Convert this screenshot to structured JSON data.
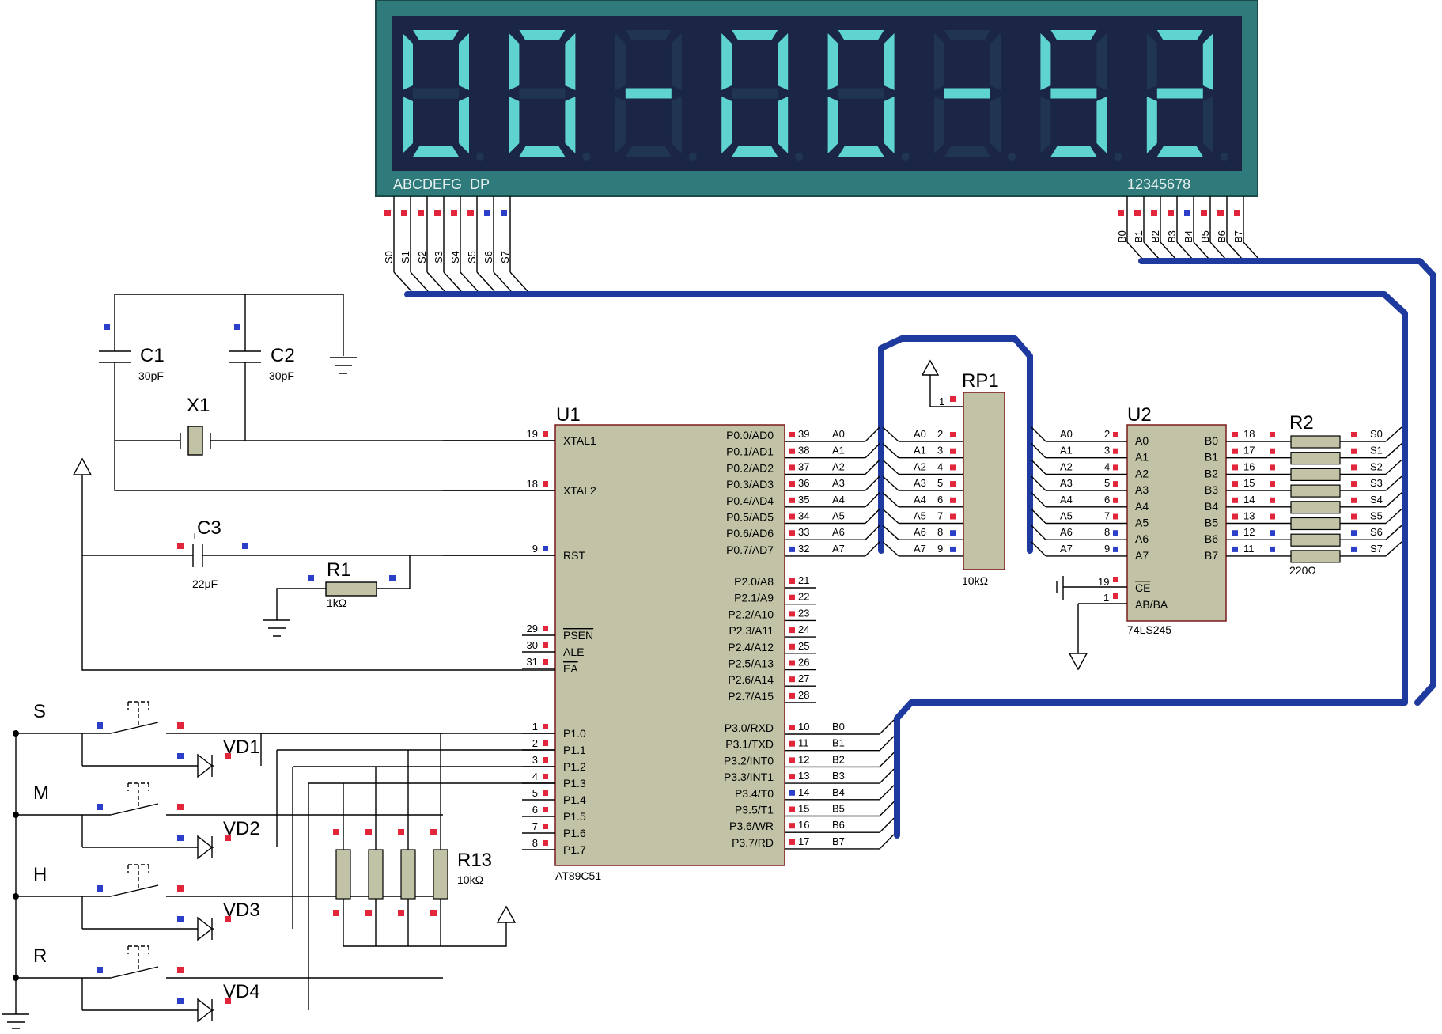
{
  "display": {
    "digits": [
      "0",
      "0",
      "-",
      "0",
      "0",
      "-",
      "5",
      "2"
    ],
    "segment_label": "ABCDEFG  DP",
    "digit_label": "12345678",
    "seg_pins": [
      "S0",
      "S1",
      "S2",
      "S3",
      "S4",
      "S5",
      "S6",
      "S7"
    ],
    "digit_pins": [
      "B0",
      "B1",
      "B2",
      "B3",
      "B4",
      "B5",
      "B6",
      "B7"
    ],
    "colors": {
      "frame": "#2f7a7a",
      "face": "#1a2644",
      "lit": "#5fd3d0",
      "unlit": "#1f3550"
    }
  },
  "u1": {
    "ref": "U1",
    "part": "AT89C51",
    "left_pins": [
      {
        "num": "19",
        "name": "XTAL1"
      },
      {
        "num": "18",
        "name": "XTAL2"
      },
      {
        "num": "9",
        "name": "RST"
      },
      {
        "num": "29",
        "name": "PSEN"
      },
      {
        "num": "30",
        "name": "ALE"
      },
      {
        "num": "31",
        "name": "EA"
      },
      {
        "num": "1",
        "name": "P1.0"
      },
      {
        "num": "2",
        "name": "P1.1"
      },
      {
        "num": "3",
        "name": "P1.2"
      },
      {
        "num": "4",
        "name": "P1.3"
      },
      {
        "num": "5",
        "name": "P1.4"
      },
      {
        "num": "6",
        "name": "P1.5"
      },
      {
        "num": "7",
        "name": "P1.6"
      },
      {
        "num": "8",
        "name": "P1.7"
      }
    ],
    "p0_pins": [
      {
        "num": "39",
        "name": "P0.0/AD0",
        "net": "A0"
      },
      {
        "num": "38",
        "name": "P0.1/AD1",
        "net": "A1"
      },
      {
        "num": "37",
        "name": "P0.2/AD2",
        "net": "A2"
      },
      {
        "num": "36",
        "name": "P0.3/AD3",
        "net": "A3"
      },
      {
        "num": "35",
        "name": "P0.4/AD4",
        "net": "A4"
      },
      {
        "num": "34",
        "name": "P0.5/AD5",
        "net": "A5"
      },
      {
        "num": "33",
        "name": "P0.6/AD6",
        "net": "A6"
      },
      {
        "num": "32",
        "name": "P0.7/AD7",
        "net": "A7"
      }
    ],
    "p2_pins": [
      {
        "num": "21",
        "name": "P2.0/A8"
      },
      {
        "num": "22",
        "name": "P2.1/A9"
      },
      {
        "num": "23",
        "name": "P2.2/A10"
      },
      {
        "num": "24",
        "name": "P2.3/A11"
      },
      {
        "num": "25",
        "name": "P2.4/A12"
      },
      {
        "num": "26",
        "name": "P2.5/A13"
      },
      {
        "num": "27",
        "name": "P2.6/A14"
      },
      {
        "num": "28",
        "name": "P2.7/A15"
      }
    ],
    "p3_pins": [
      {
        "num": "10",
        "name": "P3.0/RXD",
        "net": "B0"
      },
      {
        "num": "11",
        "name": "P3.1/TXD",
        "net": "B1"
      },
      {
        "num": "12",
        "name": "P3.2/INT0",
        "net": "B2"
      },
      {
        "num": "13",
        "name": "P3.3/INT1",
        "net": "B3"
      },
      {
        "num": "14",
        "name": "P3.4/T0",
        "net": "B4"
      },
      {
        "num": "15",
        "name": "P3.5/T1",
        "net": "B5"
      },
      {
        "num": "16",
        "name": "P3.6/WR",
        "net": "B6"
      },
      {
        "num": "17",
        "name": "P3.7/RD",
        "net": "B7"
      }
    ]
  },
  "u2": {
    "ref": "U2",
    "part": "74LS245",
    "a_pins": [
      {
        "net": "A0",
        "num": "2",
        "name": "A0"
      },
      {
        "net": "A1",
        "num": "3",
        "name": "A1"
      },
      {
        "net": "A2",
        "num": "4",
        "name": "A2"
      },
      {
        "net": "A3",
        "num": "5",
        "name": "A3"
      },
      {
        "net": "A4",
        "num": "6",
        "name": "A4"
      },
      {
        "net": "A5",
        "num": "7",
        "name": "A5"
      },
      {
        "net": "A6",
        "num": "8",
        "name": "A6"
      },
      {
        "net": "A7",
        "num": "9",
        "name": "A7"
      }
    ],
    "b_pins": [
      {
        "name": "B0",
        "num": "18",
        "net": "S0"
      },
      {
        "name": "B1",
        "num": "17",
        "net": "S1"
      },
      {
        "name": "B2",
        "num": "16",
        "net": "S2"
      },
      {
        "name": "B3",
        "num": "15",
        "net": "S3"
      },
      {
        "name": "B4",
        "num": "14",
        "net": "S4"
      },
      {
        "name": "B5",
        "num": "13",
        "net": "S5"
      },
      {
        "name": "B6",
        "num": "12",
        "net": "S6"
      },
      {
        "name": "B7",
        "num": "11",
        "net": "S7"
      }
    ],
    "ce": {
      "num": "19",
      "name": "CE"
    },
    "dir": {
      "num": "1",
      "name": "AB/BA"
    }
  },
  "rp1": {
    "ref": "RP1",
    "value": "10kΩ",
    "common_pin": "1",
    "pins": [
      {
        "net": "A0",
        "num": "2"
      },
      {
        "net": "A1",
        "num": "3"
      },
      {
        "net": "A2",
        "num": "4"
      },
      {
        "net": "A3",
        "num": "5"
      },
      {
        "net": "A4",
        "num": "6"
      },
      {
        "net": "A5",
        "num": "7"
      },
      {
        "net": "A6",
        "num": "8"
      },
      {
        "net": "A7",
        "num": "9"
      }
    ]
  },
  "r2": {
    "ref": "R2",
    "value": "220Ω"
  },
  "c1": {
    "ref": "C1",
    "value": "30pF"
  },
  "c2": {
    "ref": "C2",
    "value": "30pF"
  },
  "c3": {
    "ref": "C3",
    "value": "22μF",
    "plus": "+"
  },
  "x1": {
    "ref": "X1"
  },
  "r1": {
    "ref": "R1",
    "value": "1kΩ"
  },
  "r13": {
    "ref": "R13",
    "value": "10kΩ"
  },
  "buttons": [
    {
      "label": "S",
      "diode": "VD1"
    },
    {
      "label": "M",
      "diode": "VD2"
    },
    {
      "label": "H",
      "diode": "VD3"
    },
    {
      "label": "R",
      "diode": "VD4"
    }
  ]
}
